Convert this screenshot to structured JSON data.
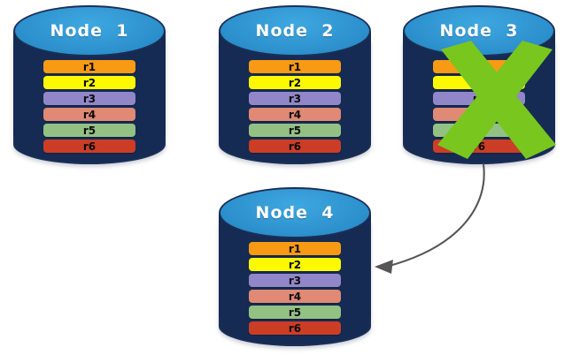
{
  "diagram": {
    "title": "Node replication / failover diagram",
    "row_labels": [
      "r1",
      "r2",
      "r3",
      "r4",
      "r5",
      "r6"
    ],
    "row_colors": [
      "#F89A14",
      "#FCF903",
      "#9187C8",
      "#E08974",
      "#93C183",
      "#CC3D26"
    ],
    "node_body_color": "#152B54",
    "node_top_color": "#2D92CE",
    "node_border_color": "#1B2F57",
    "x_mark_color": "#79C61F",
    "arrow_color": "#565656",
    "nodes": [
      {
        "id": "node-1",
        "label": "Node  1",
        "failed": false
      },
      {
        "id": "node-2",
        "label": "Node  2",
        "failed": false
      },
      {
        "id": "node-3",
        "label": "Node  3",
        "failed": true
      },
      {
        "id": "node-4",
        "label": "Node  4",
        "failed": false
      }
    ],
    "annotations": {
      "x_mark_name": "failure-x-mark",
      "arrow_name": "failover-arrow"
    }
  }
}
